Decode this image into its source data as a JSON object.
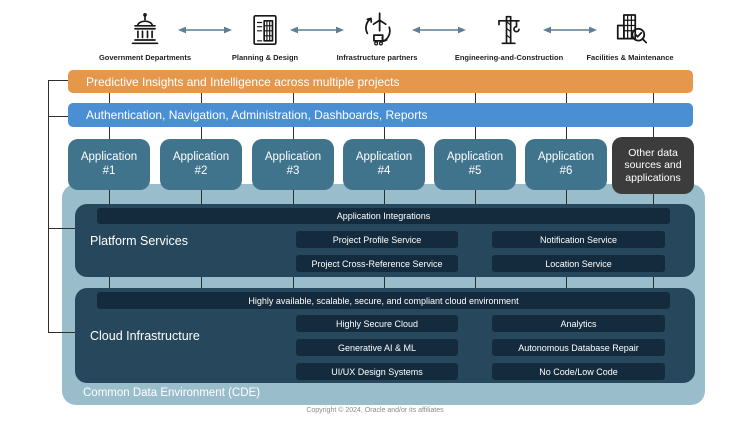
{
  "workflow": {
    "stages": [
      {
        "label": "Government Departments",
        "icon": "government-building-icon"
      },
      {
        "label": "Planning & Design",
        "icon": "blueprint-document-icon"
      },
      {
        "label": "Infrastructure partners",
        "icon": "wind-turbine-icon"
      },
      {
        "label": "Engineering-and-Construction",
        "icon": "tower-crane-icon"
      },
      {
        "label": "Facilities & Maintenance",
        "icon": "building-inspection-icon"
      }
    ]
  },
  "bars": {
    "insights": "Predictive Insights and Intelligence across multiple projects",
    "services": "Authentication, Navigation, Administration, Dashboards, Reports"
  },
  "applications": [
    {
      "label": "Application #1"
    },
    {
      "label": "Application #2"
    },
    {
      "label": "Application #3"
    },
    {
      "label": "Application #4"
    },
    {
      "label": "Application #5"
    },
    {
      "label": "Application #6"
    }
  ],
  "other_sources": {
    "label": "Other data sources and applications"
  },
  "platform_services": {
    "title": "Platform Services",
    "banner": "Application Integrations",
    "pills": [
      "Project Profile Service",
      "Notification Service",
      "Project Cross-Reference Service",
      "Location Service"
    ]
  },
  "cloud_infrastructure": {
    "title": "Cloud Infrastructure",
    "banner": "Highly available, scalable, secure, and compliant cloud environment",
    "pills": [
      "Highly Secure Cloud",
      "Analytics",
      "Generative AI & ML",
      "Autonomous Database Repair",
      "UI/UX Design Systems",
      "No Code/Low Code"
    ]
  },
  "cde": {
    "label": "Common Data Environment (CDE)"
  },
  "footer": {
    "copyright": "Copyright © 2024, Oracle and/or its affiliates"
  },
  "colors": {
    "insights_bar": "#E5984C",
    "services_bar": "#4A8FD3",
    "application_box": "#40748C",
    "other_sources_box": "#3C3C3C",
    "cde_background": "#9ABDCB",
    "section_background": "#27475C",
    "pill_background": "#142B3D",
    "connector_line": "#2F2F2F",
    "arrow": "#5C7F95"
  }
}
